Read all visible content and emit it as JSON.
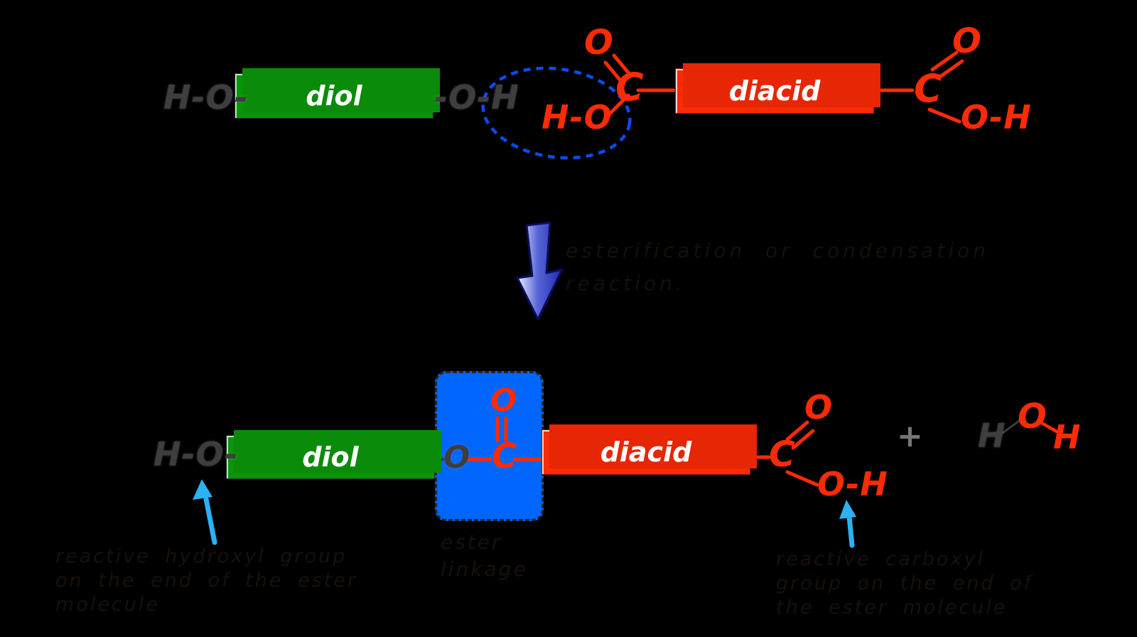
{
  "colors": {
    "background": "#000000",
    "green_box": "#099409",
    "red_box": "#fa2b05",
    "blue_ester_box": "#0066fe",
    "red_atom": "#fb2b05",
    "gray_atom": "#3e3e3e",
    "cyan_arrow": "#2ab2f2",
    "dashed_highlight": "#0b4bf0",
    "big_arrow": "#2733c4",
    "caption_text": "#18110b"
  },
  "atoms": {
    "h": "H",
    "o": "O",
    "c": "C",
    "dash": "-",
    "plus": "+"
  },
  "labels": {
    "diol": "diol",
    "diacid": "diacid"
  },
  "arrow_caption": {
    "line1": "esterification or condensation",
    "line2": "reaction."
  },
  "captions": {
    "hydroxyl": {
      "line1": "reactive hydroxyl group",
      "line2": "on the end of the ester",
      "line3": "molecule"
    },
    "ester": {
      "line1": "ester",
      "line2": "linkage"
    },
    "carboxyl": {
      "line1": "reactive carboxyl",
      "line2": "group on the end of",
      "line3": "the ester molecule"
    }
  }
}
